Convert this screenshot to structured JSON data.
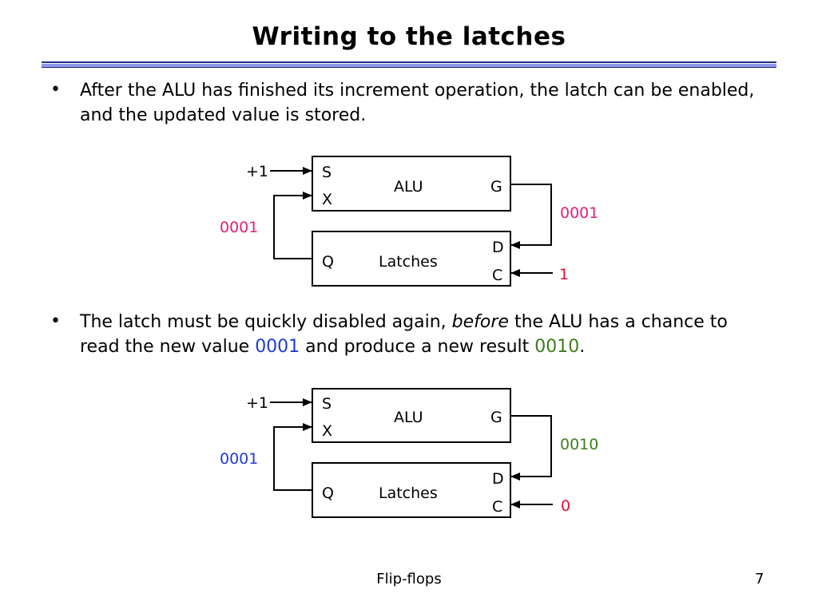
{
  "slide": {
    "title": "Writing to the latches"
  },
  "bullets": [
    {
      "marker": "•",
      "text": "After the ALU has finished its increment operation, the latch can be enabled, and the updated value is stored."
    },
    {
      "marker": "•",
      "seg1": "The latch must be quickly disabled again, ",
      "seg2_italic": "before",
      "seg3": " the ALU has a chance to read the new value ",
      "seg4_value": "0001",
      "seg5": " and produce a new result ",
      "seg6_value": "0010",
      "seg7": "."
    }
  ],
  "colors": {
    "magenta": "#e0207a",
    "blue": "#1f3bd1",
    "green": "#3e7d1c",
    "red": "#e0103a"
  },
  "diagram1": {
    "inc_label": "+1",
    "alu": {
      "s": "S",
      "x": "X",
      "name": "ALU",
      "g": "G"
    },
    "latch": {
      "q": "Q",
      "name": "Latches",
      "d": "D",
      "c": "C"
    },
    "feedback_value": "0001",
    "output_value": "0001",
    "clock_value": "1"
  },
  "diagram2": {
    "inc_label": "+1",
    "alu": {
      "s": "S",
      "x": "X",
      "name": "ALU",
      "g": "G"
    },
    "latch": {
      "q": "Q",
      "name": "Latches",
      "d": "D",
      "c": "C"
    },
    "feedback_value": "0001",
    "output_value": "0010",
    "clock_value": "0"
  },
  "footer": {
    "label": "Flip-flops",
    "page": "7"
  }
}
